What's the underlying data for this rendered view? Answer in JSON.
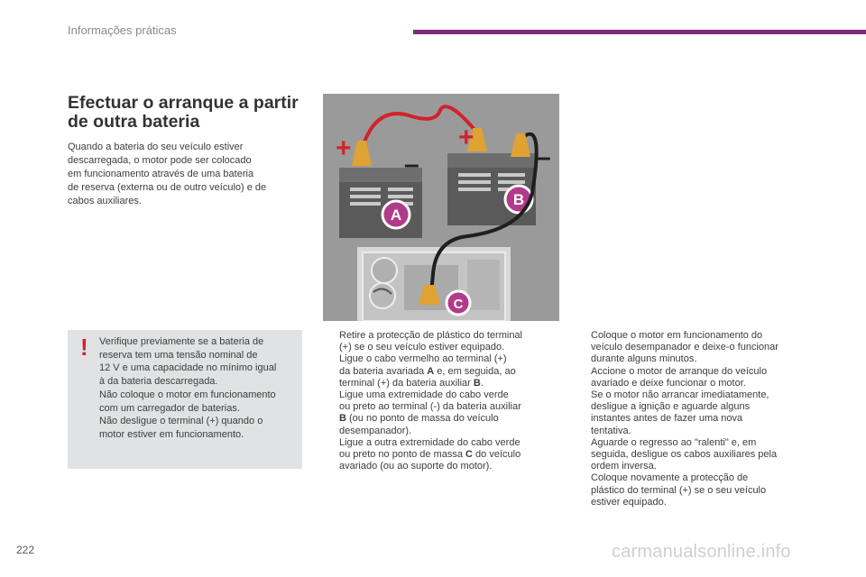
{
  "header": {
    "title": "Informações práticas",
    "accent_color": "#7d2a7e"
  },
  "main": {
    "title_line1": "Efectuar o arranque a partir",
    "title_line2": "de outra bateria",
    "intro_lines": [
      "Quando a bateria do seu veículo estiver",
      "descarregada, o motor pode ser colocado",
      "em funcionamento através de uma bateria",
      "de reserva (externa ou de outro veículo) e de",
      "cabos auxiliares."
    ]
  },
  "warning": {
    "mark": "!",
    "lines": [
      "Verifique previamente se a bateria de",
      "reserva tem uma tensão nominal de",
      "12 V e uma capacidade no mínimo igual",
      "à da bateria descarregada.",
      "Não coloque o motor em funcionamento",
      "com um carregador de baterias.",
      "Não desligue o terminal (+) quando o",
      "motor estiver em funcionamento."
    ]
  },
  "figure": {
    "labels": {
      "a": "A",
      "b": "B",
      "c": "C"
    },
    "plus": "+",
    "minus": "–"
  },
  "steps_left": [
    {
      "bullet": "",
      "lines": [
        "Retire a protecção de plástico do terminal",
        "(+) se o seu veículo estiver equipado."
      ]
    },
    {
      "bullet": "",
      "lines": [
        "Ligue o cabo vermelho ao terminal (+)"
      ],
      "line2_pre": "da bateria avariada ",
      "line2_bold": "A",
      "line2_post": " e, em seguida, ao",
      "line3_pre": "terminal (+) da bateria auxiliar ",
      "line3_bold": "B",
      "line3_post": "."
    },
    {
      "bullet": "",
      "lines": [
        "Ligue uma extremidade do cabo verde",
        "ou preto ao terminal (-) da bateria auxiliar"
      ],
      "line3_bold": "B",
      "line3_post": " (ou no ponto de massa do veículo",
      "line4": "desempanador)."
    },
    {
      "bullet": "",
      "lines": [
        "Ligue a outra extremidade do cabo verde"
      ],
      "line2_pre": "ou preto no ponto de massa ",
      "line2_bold": "C",
      "line2_post": " do veículo",
      "line3": "avariado (ou ao suporte do motor)."
    }
  ],
  "steps_right": [
    {
      "bullet": "",
      "lines": [
        "Coloque o motor em funcionamento do",
        "veículo desempanador e deixe-o funcionar",
        "durante alguns minutos."
      ]
    },
    {
      "bullet": "",
      "lines": [
        "Accione o motor de arranque do veículo",
        "avariado e deixe funcionar o motor.",
        "Se o motor não arrancar imediatamente,",
        "desligue a ignição e aguarde alguns",
        "instantes antes de fazer uma nova",
        "tentativa."
      ]
    },
    {
      "bullet": "",
      "lines": [
        "Aguarde o regresso ao \"ralenti\" e, em",
        "seguida, desligue os cabos auxiliares pela",
        "ordem inversa."
      ]
    },
    {
      "bullet": "",
      "lines": [
        "Coloque novamente a protecção de",
        "plástico do terminal (+) se o seu veículo",
        "estiver equipado."
      ]
    }
  ],
  "footer": {
    "page_number": "222",
    "watermark": "carmanualsonline.info"
  }
}
